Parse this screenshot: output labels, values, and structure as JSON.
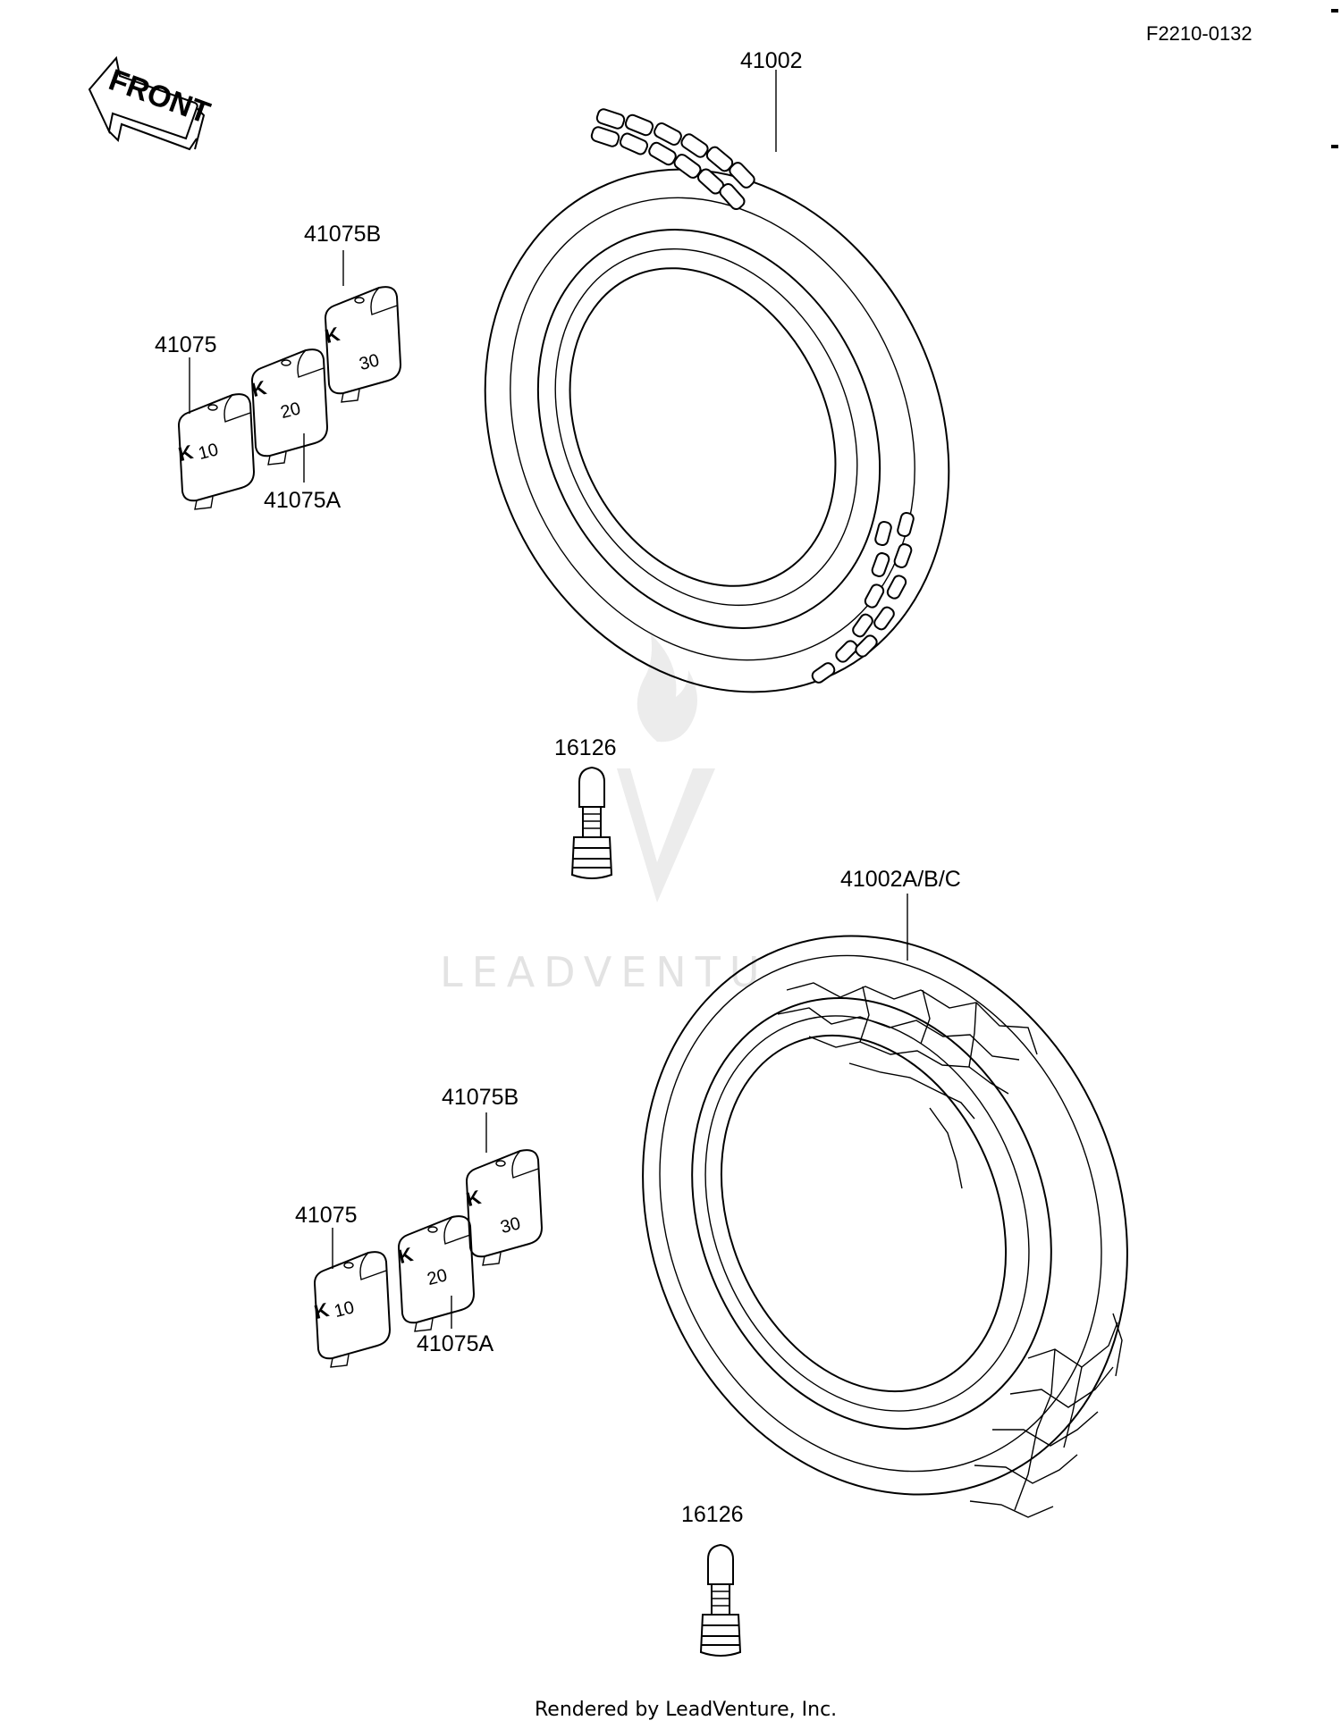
{
  "ref_code": "F2210-0132",
  "front_arrow": {
    "text": "FRONT",
    "icon": "front-arrow-icon"
  },
  "watermark": {
    "text": "LEADVENTU",
    "icon": "leadventure-flame-logo"
  },
  "footer": {
    "text": "Rendered by LeadVenture, Inc."
  },
  "upper": {
    "tire_label": "41002",
    "valve_label": "16126",
    "weights": [
      {
        "part": "41075",
        "mark": "10"
      },
      {
        "part": "41075A",
        "mark": "20"
      },
      {
        "part": "41075B",
        "mark": "30"
      }
    ]
  },
  "lower": {
    "tire_label": "41002A/B/C",
    "valve_label": "16126",
    "weights": [
      {
        "part": "41075",
        "mark": "10"
      },
      {
        "part": "41075A",
        "mark": "20"
      },
      {
        "part": "41075B",
        "mark": "30"
      }
    ]
  },
  "weight_letter": "K"
}
